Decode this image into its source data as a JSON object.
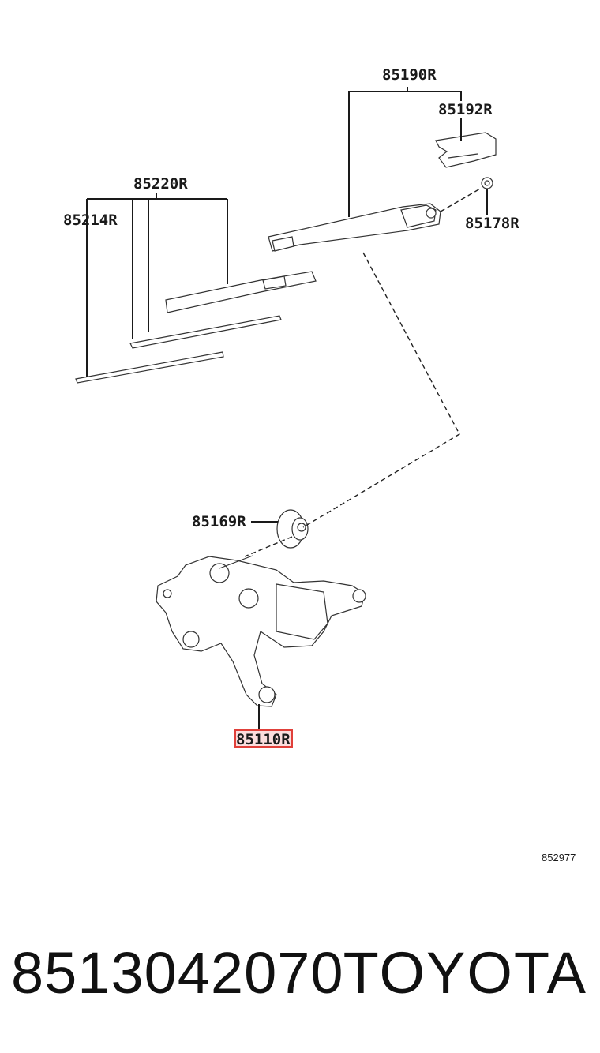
{
  "labels": {
    "p85190R": "85190R",
    "p85192R": "85192R",
    "p85178R": "85178R",
    "p85220R": "85220R",
    "p85214R": "85214R",
    "p85169R": "85169R",
    "p85110R": "85110R"
  },
  "highlighted_label": "85110R",
  "highlight_color": "#e0403a",
  "ref_code": "852977",
  "footer": {
    "part_number": "8513042070",
    "brand": "TOYOTA"
  }
}
